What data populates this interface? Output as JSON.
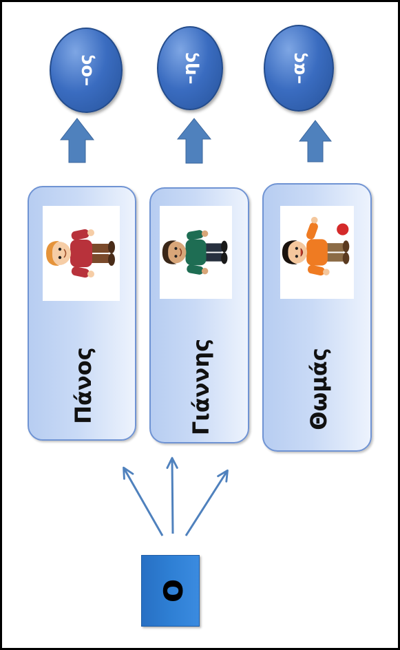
{
  "diagram": {
    "article": "ο",
    "items": [
      {
        "name": "Πάνος",
        "ending": "–ος",
        "picture": "boy-illustration"
      },
      {
        "name": "Γιάννης",
        "ending": "–ης",
        "picture": "boy-illustration"
      },
      {
        "name": "Θωμάς",
        "ending": "–ας",
        "picture": "boy-illustration"
      }
    ]
  },
  "colors": {
    "circle": "#3a6cc0",
    "arrow": "#4f81bd",
    "card_border": "#6f93d3",
    "card_fill": "#c9daf6",
    "article_box": "#2e7fd4",
    "frame": "#000000"
  }
}
